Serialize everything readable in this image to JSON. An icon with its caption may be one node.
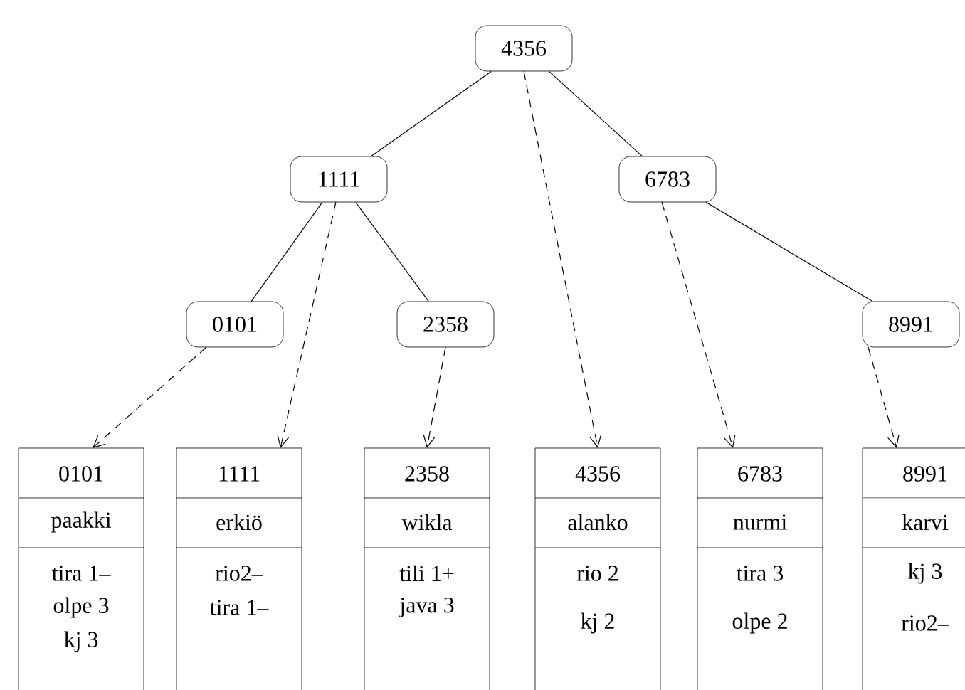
{
  "diagram": {
    "nodes": [
      {
        "text": [
          "4356"
        ]
      },
      {
        "text": [
          "1111"
        ]
      },
      {
        "text": [
          "6783"
        ]
      },
      {
        "text": [
          "0101"
        ]
      },
      {
        "text": [
          "2358"
        ]
      },
      {
        "text": [
          "8991"
        ]
      },
      {
        "text": [
          "0101",
          "paakki",
          "tira 1–",
          "olpe 3",
          "kj 3"
        ]
      },
      {
        "text": [
          "1111",
          "erkiö",
          "rio2–",
          "tira 1–"
        ]
      },
      {
        "text": [
          "2358",
          "wikla",
          "tili 1+",
          "java 3"
        ]
      },
      {
        "text": [
          "4356",
          "alanko",
          "rio 2",
          "kj 2"
        ]
      },
      {
        "text": [
          "6783",
          "nurmi",
          "tira 3",
          "olpe 2"
        ]
      },
      {
        "text": [
          "8991",
          "karvi",
          "kj 3",
          "rio2–"
        ]
      }
    ],
    "edges": [
      {
        "from": 0,
        "to": 1,
        "arrow": "none"
      },
      {
        "from": 0,
        "to": 2,
        "arrow": "none"
      },
      {
        "from": 1,
        "to": 3,
        "arrow": "none"
      },
      {
        "from": 1,
        "to": 4,
        "arrow": "none"
      },
      {
        "from": 2,
        "to": 5,
        "arrow": "none"
      },
      {
        "from": 0,
        "to": 9,
        "arrow": "to",
        "style": "dashed"
      },
      {
        "from": 1,
        "to": 7,
        "arrow": "to",
        "style": "dashed"
      },
      {
        "from": 3,
        "to": 6,
        "arrow": "to",
        "style": "dashed"
      },
      {
        "from": 4,
        "to": 8,
        "arrow": "to",
        "style": "dashed"
      },
      {
        "from": 2,
        "to": 10,
        "arrow": "to",
        "style": "dashed"
      },
      {
        "from": 5,
        "to": 11,
        "arrow": "to",
        "style": "dashed"
      }
    ]
  }
}
